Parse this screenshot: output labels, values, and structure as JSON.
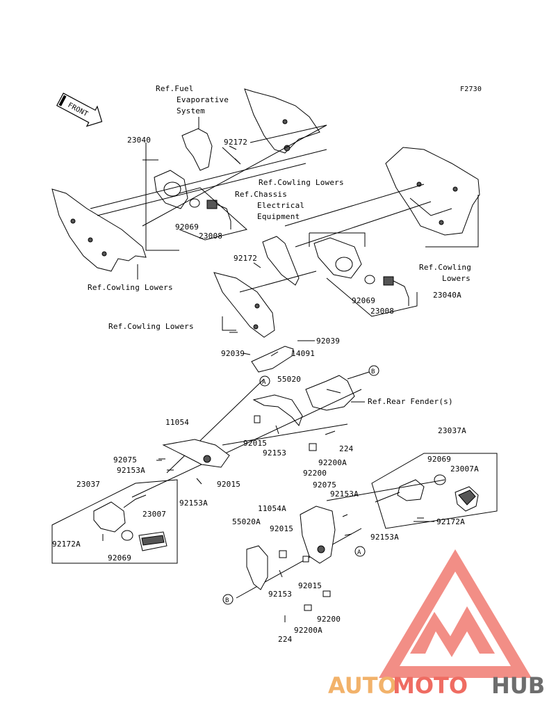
{
  "figure_code": "F2730",
  "front_arrow_label": "FRONT",
  "references": {
    "fuel_evap": [
      "Ref.Fuel",
      "Evaporative",
      "System"
    ],
    "cowling_lowers": "Ref.Cowling Lowers",
    "cowling_lowers_split": [
      "Ref.Cowling",
      "Lowers"
    ],
    "chassis_electrical": [
      "Ref.Chassis",
      "Electrical",
      "Equipment"
    ],
    "rear_fender": "Ref.Rear Fender(s)"
  },
  "callouts": {
    "a": "A",
    "b": "B"
  },
  "parts": {
    "p23040": "23040",
    "p92172_top": "92172",
    "p92069_left": "92069",
    "p23008_left": "23008",
    "p92172_mid": "92172",
    "p92069_right": "92069",
    "p23008_right": "23008",
    "p23040a": "23040A",
    "p92039_right": "92039",
    "p92039_left": "92039",
    "p14091": "14091",
    "p55020": "55020",
    "p11054": "11054",
    "p92015_a": "92015",
    "p92153_a": "92153",
    "p224_top": "224",
    "p23037a": "23037A",
    "p92075_left": "92075",
    "p92153a_left": "92153A",
    "p92015_b": "92015",
    "p92200a_top": "92200A",
    "p92200_top": "92200",
    "p92069_rr": "92069",
    "p23007a": "23007A",
    "p23037": "23037",
    "p92153a_mid": "92153A",
    "p23007": "23007",
    "p92075_mid": "92075",
    "p92153a_right": "92153A",
    "p11054a": "11054A",
    "p92172a_left": "92172A",
    "p92069_bl": "92069",
    "p92172a_right": "92172A",
    "p55020a": "55020A",
    "p92015_c": "92015",
    "p92153a_far": "92153A",
    "p92153_b": "92153",
    "p92015_d": "92015",
    "p92200_bottom": "92200",
    "p92200a_bottom": "92200A",
    "p224_bottom": "224"
  },
  "watermark": {
    "auto": "AUTO",
    "moto": "MOTO",
    "hub": "HUB",
    "colors": {
      "auto": "#f2b26a",
      "moto": "#ef6c62",
      "hub": "#6d6d6d",
      "triangle": "#ef6c62"
    }
  }
}
